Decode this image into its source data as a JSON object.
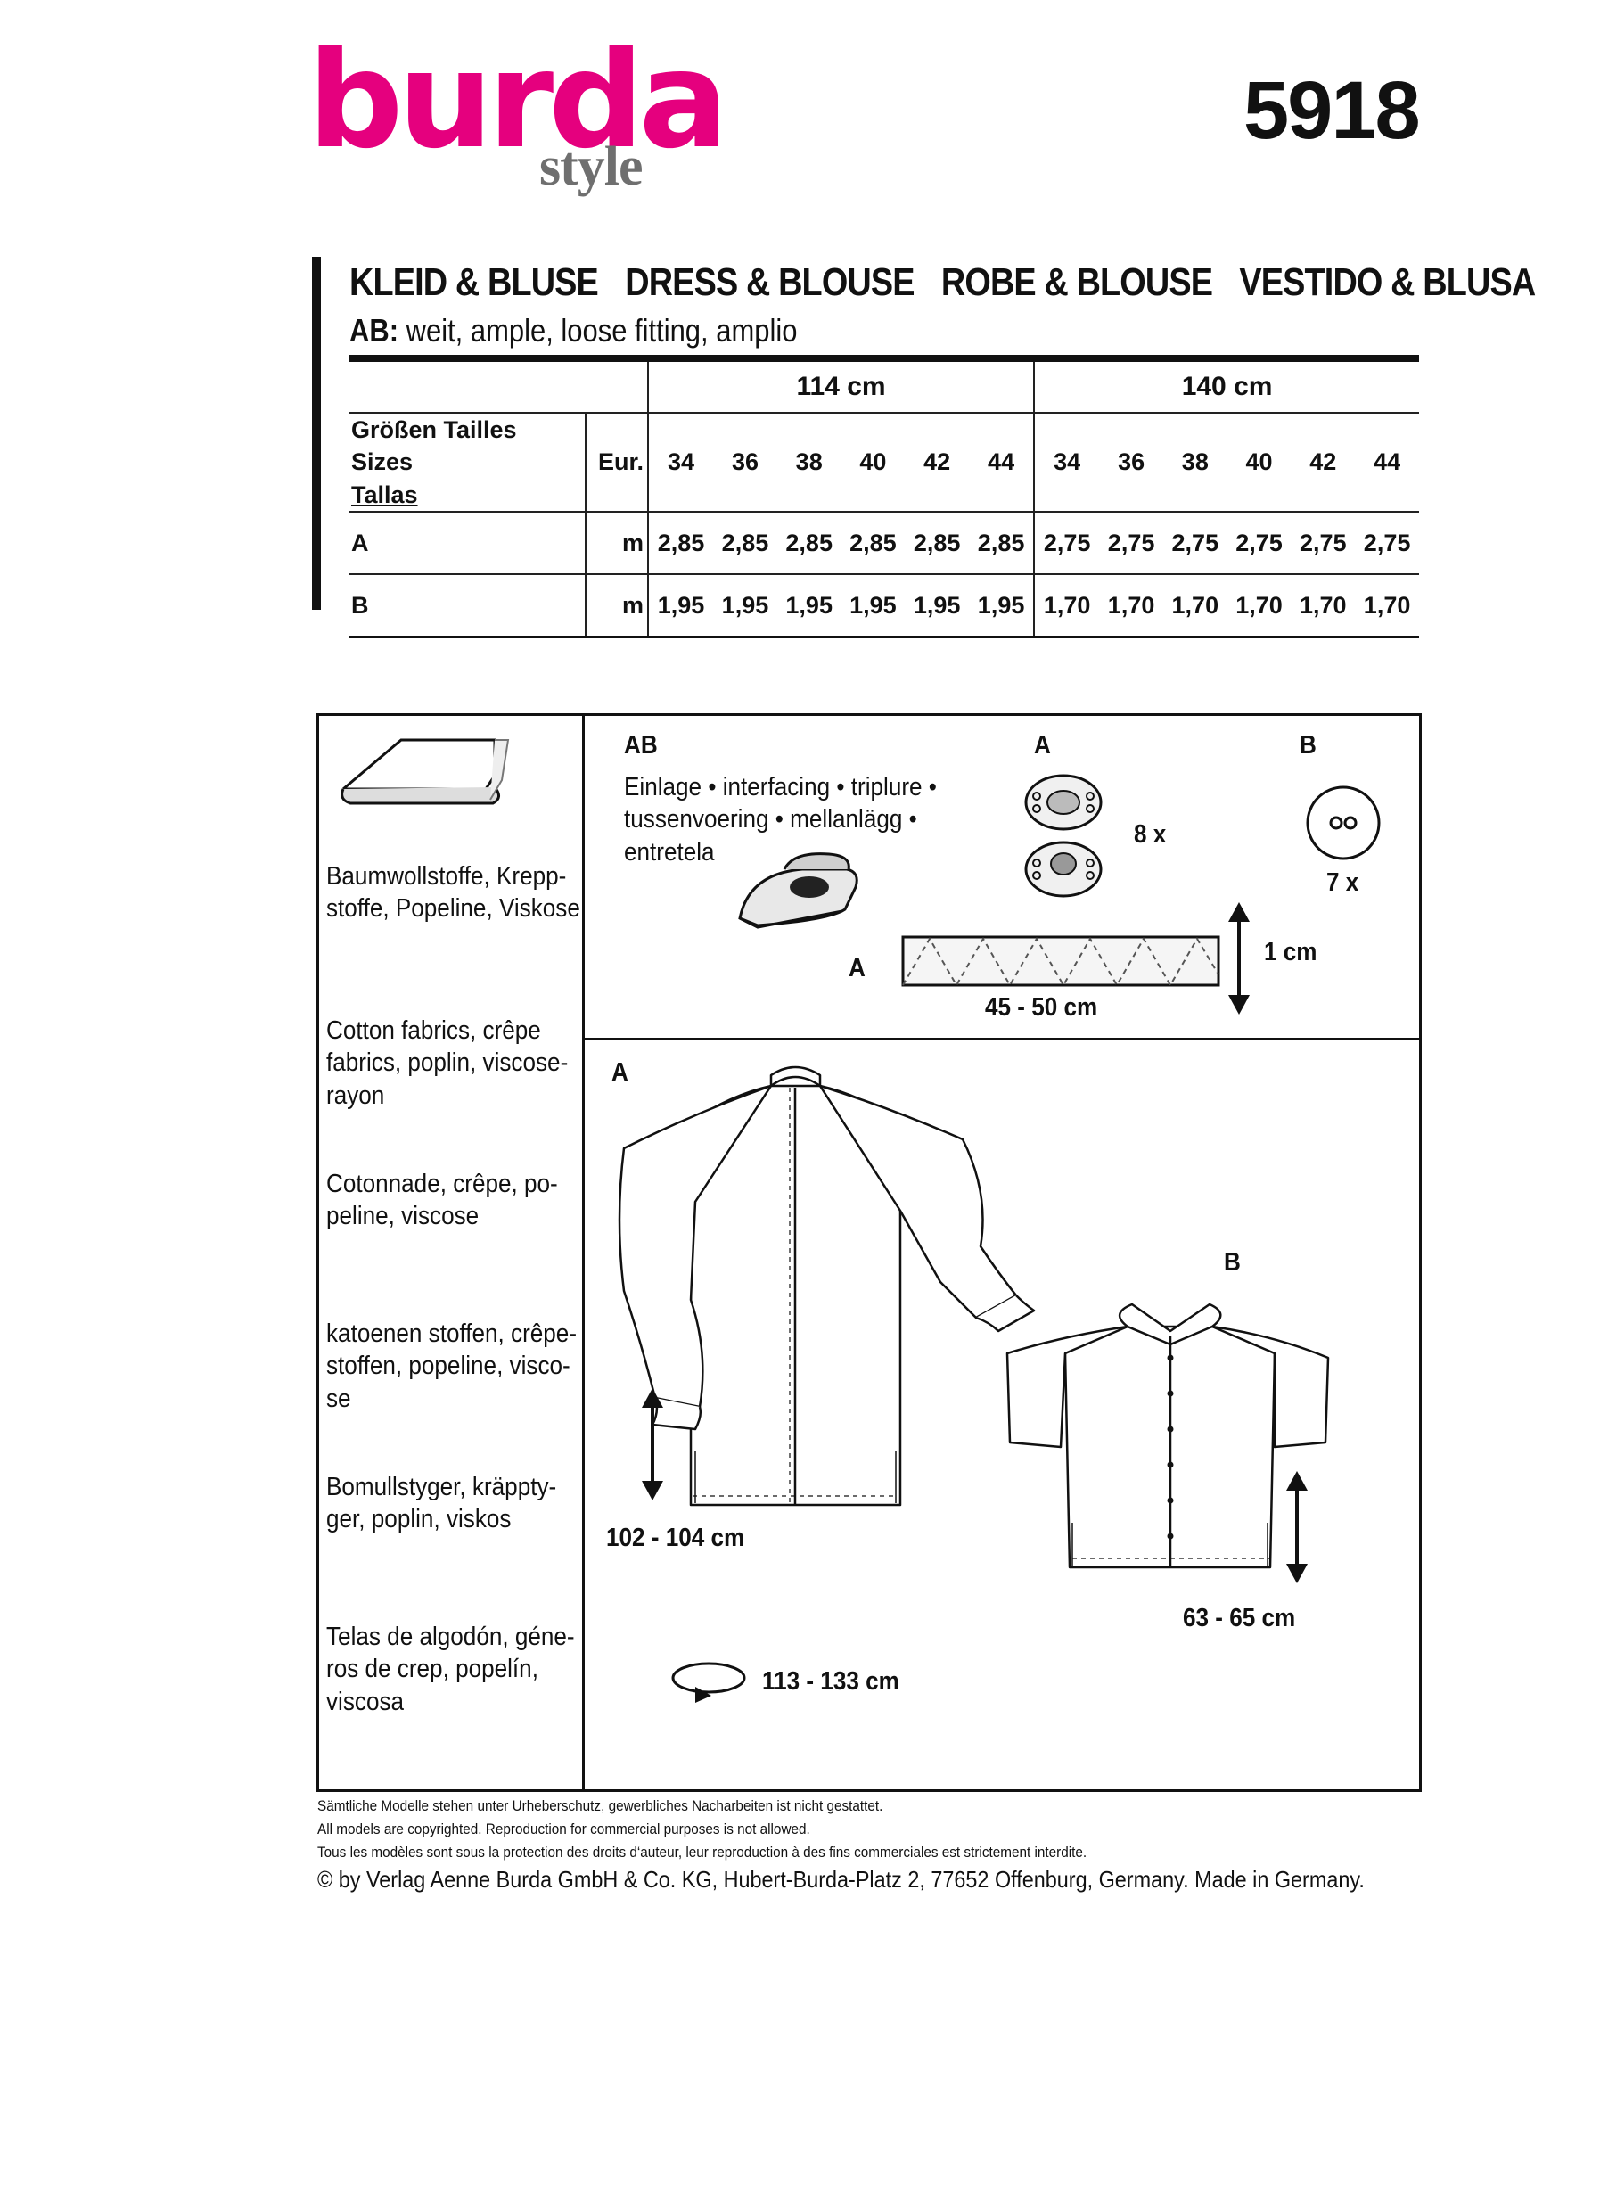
{
  "header": {
    "brand": "burda",
    "brand_sub": "style",
    "pattern_number": "5918",
    "brand_color": "#e5007e",
    "titles": [
      "KLEID & BLUSE",
      "DRESS & BLOUSE",
      "ROBE & BLOUSE",
      "VESTIDO & BLUSA"
    ],
    "fit_label": "AB:",
    "fit_text": " weit, ample, loose fitting, amplio"
  },
  "fabric_table": {
    "widths": [
      "114 cm",
      "140 cm"
    ],
    "sizes_label_1": "Größen Tailles Sizes",
    "sizes_label_2": "Tallas",
    "eur_label": "Eur.",
    "sizes": [
      "34",
      "36",
      "38",
      "40",
      "42",
      "44"
    ],
    "rows": [
      {
        "view": "A",
        "unit": "m",
        "values": [
          "2,85",
          "2,85",
          "2,85",
          "2,85",
          "2,85",
          "2,85",
          "2,75",
          "2,75",
          "2,75",
          "2,75",
          "2,75",
          "2,75"
        ]
      },
      {
        "view": "B",
        "unit": "m",
        "values": [
          "1,95",
          "1,95",
          "1,95",
          "1,95",
          "1,95",
          "1,95",
          "1,70",
          "1,70",
          "1,70",
          "1,70",
          "1,70",
          "1,70"
        ]
      }
    ]
  },
  "fabrics": [
    "Baumwollstoffe, Krepp-|stoffe, Popeline, Viskose",
    "Cotton fabrics, crêpe|fabrics, poplin, viscose-|rayon",
    "Cotonnade, crêpe, po-|peline, viscose",
    "katoenen stoffen, crêpe-|stoffen, popeline, visco-|se",
    "Bomullstyger, kräppty-|ger, poplin, viskos",
    "Telas de algodón, géne-|ros de crep, popelín,|viscosa"
  ],
  "notions": {
    "ab_label": "AB",
    "interfacing_text": "Einlage • interfacing • triplure •|tussenvoering • mellanlägg •|entretela",
    "snaps_label": "A",
    "snaps_count": "8 x",
    "buttons_label": "B",
    "buttons_count": "7 x",
    "tape_label": "A",
    "tape_length": "45 - 50 cm",
    "tape_width": "1 cm"
  },
  "garments": {
    "dress_label": "A",
    "dress_length": "102 - 104 cm",
    "dress_width": "113 - 133 cm",
    "blouse_label": "B",
    "blouse_length": "63 - 65 cm"
  },
  "footer": {
    "de": "Sämtliche Modelle stehen unter Urheberschutz, gewerbliches Nacharbeiten ist nicht gestattet.",
    "en": "All models are copyrighted. Reproduction for commercial purposes is not allowed.",
    "fr": "Tous les modèles sont sous la protection des droits d‘auteur, leur reproduction à des fins commerciales est strictement interdite.",
    "copyright": "© by Verlag Aenne Burda GmbH & Co. KG, Hubert-Burda-Platz 2, 77652 Offenburg, Germany. Made in Germany."
  }
}
